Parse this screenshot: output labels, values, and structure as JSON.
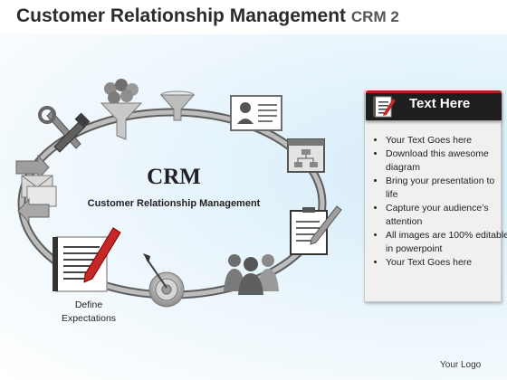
{
  "header": {
    "title_main": "Customer Relationship Management",
    "title_sub": "CRM 2"
  },
  "diagram": {
    "center_title": "CRM",
    "center_subtitle": "Customer Relationship Management",
    "step_label_line1": "Define",
    "step_label_line2": "Expectations",
    "icons": [
      "funnel-leads-icon",
      "funnel-icon",
      "id-card-icon",
      "flowchart-window-icon",
      "clipboard-icon",
      "people-group-icon",
      "target-dart-icon",
      "document-pen-icon",
      "arrows-envelope-icon",
      "tools-icon"
    ]
  },
  "panel": {
    "title": "Text Here",
    "bullets": [
      "Your Text Goes here",
      "Download this awesome diagram",
      "Bring your presentation to life",
      "Capture your audience’s attention",
      "All images are 100% editable in powerpoint",
      "Your Text Goes here"
    ],
    "accent_color": "#b71c1c",
    "header_color": "#1e1e1e"
  },
  "footer": {
    "logo_text": "Your Logo"
  }
}
